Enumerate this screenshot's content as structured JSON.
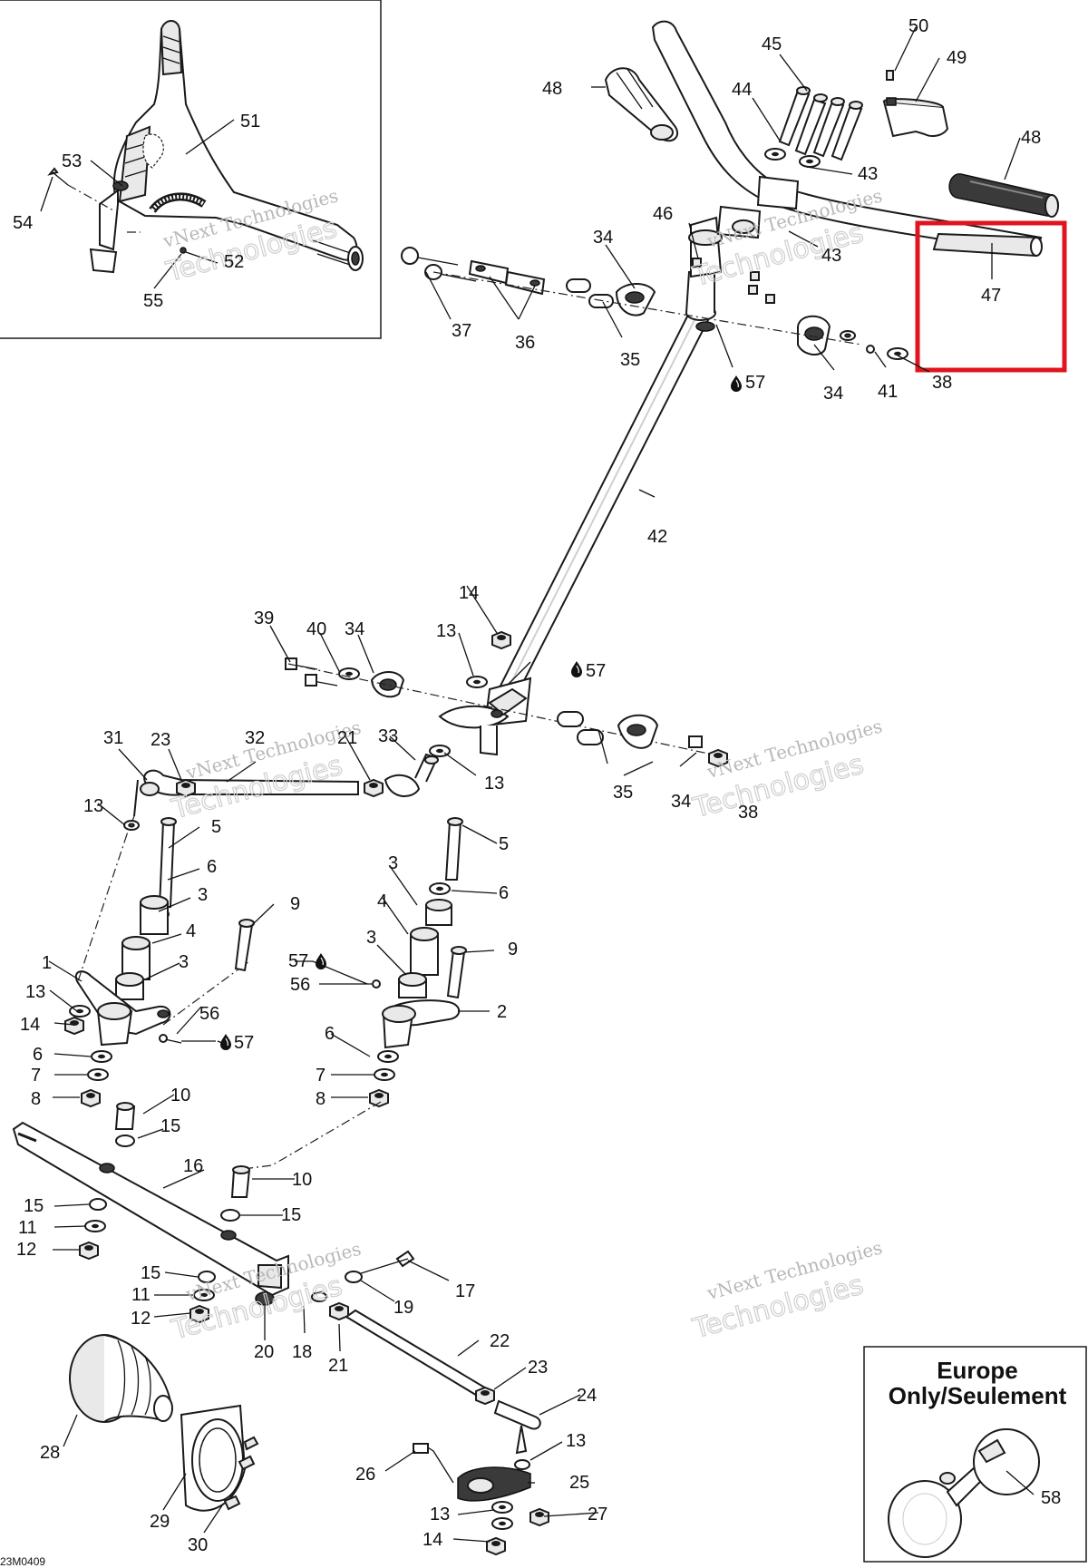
{
  "diagram": {
    "reference_code": "23M0409",
    "highlight_color": "#e0141e",
    "watermark": {
      "line1": "vNext Technologies",
      "line2": "Technologies"
    },
    "inset_europe": {
      "title_line1": "Europe",
      "title_line2": "Only/Seulement"
    },
    "grease_icon": "grease-drop-icon",
    "labels": {
      "l1": "1",
      "l2": "2",
      "l3a": "3",
      "l3b": "3",
      "l3c": "3",
      "l3d": "3",
      "l4a": "4",
      "l4b": "4",
      "l5a": "5",
      "l5b": "5",
      "l6a": "6",
      "l6b": "6",
      "l6c": "6",
      "l6d": "6",
      "l7a": "7",
      "l7b": "7",
      "l8a": "8",
      "l8b": "8",
      "l9a": "9",
      "l9b": "9",
      "l10a": "10",
      "l10b": "10",
      "l11a": "11",
      "l11b": "11",
      "l12a": "12",
      "l12b": "12",
      "l13a": "13",
      "l13b": "13",
      "l13c": "13",
      "l13d": "13",
      "l13e": "13",
      "l13f": "13",
      "l14a": "14",
      "l14b": "14",
      "l14c": "14",
      "l15a": "15",
      "l15b": "15",
      "l15c": "15",
      "l15d": "15",
      "l16": "16",
      "l17": "17",
      "l18": "18",
      "l19": "19",
      "l20": "20",
      "l21a": "21",
      "l21b": "21",
      "l22": "22",
      "l23a": "23",
      "l23b": "23",
      "l24": "24",
      "l25": "25",
      "l26": "26",
      "l27": "27",
      "l28": "28",
      "l29": "29",
      "l30": "30",
      "l31": "31",
      "l32": "32",
      "l33": "33",
      "l34a": "34",
      "l34b": "34",
      "l34c": "34",
      "l34d": "34",
      "l35a": "35",
      "l35b": "35",
      "l36": "36",
      "l37": "37",
      "l38a": "38",
      "l38b": "38",
      "l39": "39",
      "l40": "40",
      "l41": "41",
      "l42": "42",
      "l43a": "43",
      "l43b": "43",
      "l44": "44",
      "l45": "45",
      "l46": "46",
      "l47": "47",
      "l48a": "48",
      "l48b": "48",
      "l49": "49",
      "l50": "50",
      "l51": "51",
      "l52": "52",
      "l53": "53",
      "l54": "54",
      "l55": "55",
      "l56a": "56",
      "l56b": "56",
      "l57a": "57",
      "l57b": "57",
      "l57c": "57",
      "l57d": "57",
      "l58": "58"
    }
  }
}
